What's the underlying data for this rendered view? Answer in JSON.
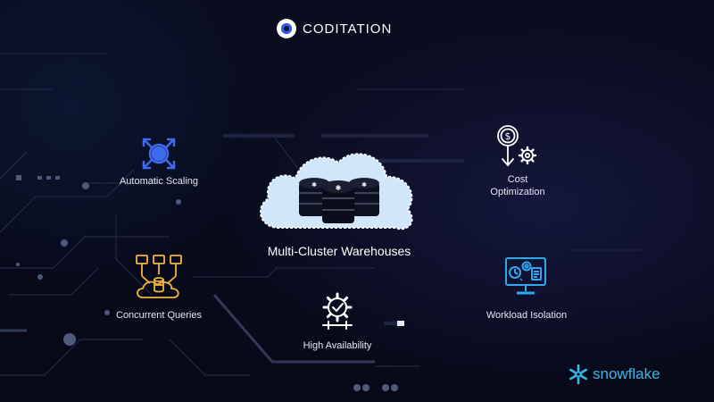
{
  "brand": {
    "name": "CODITATION"
  },
  "center": {
    "title": "Multi-Cluster Warehouses"
  },
  "features": {
    "automatic_scaling": "Automatic Scaling",
    "concurrent_queries": "Concurrent Queries",
    "high_availability": "High Availability",
    "cost_optimization_line1": "Cost",
    "cost_optimization_line2": "Optimization",
    "workload_isolation": "Workload Isolation"
  },
  "partner": {
    "name": "snowflake"
  },
  "icons": {
    "logo": "coditation-logo-icon",
    "scaling": "arrows-expand-icon",
    "concurrent": "monitors-database-cloud-icon",
    "availability": "gear-check-icon",
    "cost": "dollar-coin-gear-icon",
    "workload": "monitor-cog-icon",
    "cloud": "cloud-database-icon",
    "snowflake": "snowflake-icon"
  },
  "colors": {
    "background": "#070a1a",
    "scaling_blue": "#3d6cf0",
    "concurrent_gold": "#f2b43a",
    "workload_cyan": "#2fa8ee",
    "cloud_fill": "#cfe6fb",
    "snowflake_blue": "#36b7e8"
  }
}
